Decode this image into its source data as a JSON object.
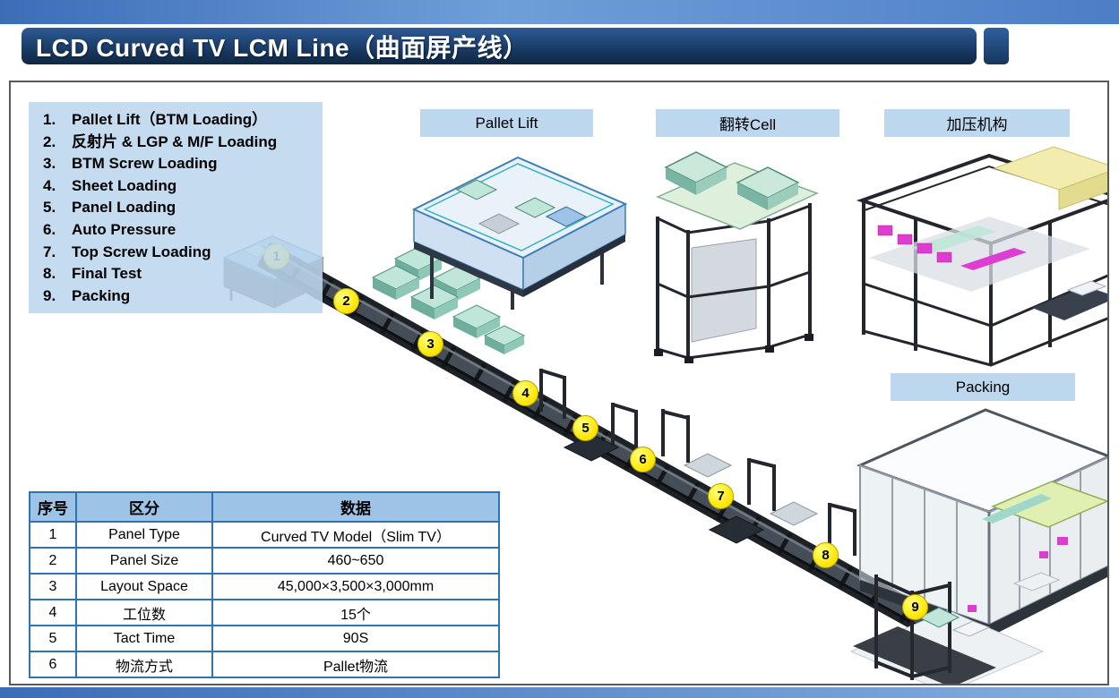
{
  "header": {
    "title": "LCD Curved TV LCM Line（曲面屏产线）"
  },
  "legend": {
    "items": [
      {
        "num": "1.",
        "label": "Pallet Lift（BTM Loading）"
      },
      {
        "num": "2.",
        "label": "反射片 & LGP & M/F Loading"
      },
      {
        "num": "3.",
        "label": "BTM Screw Loading"
      },
      {
        "num": "4.",
        "label": "Sheet Loading"
      },
      {
        "num": "5.",
        "label": "Panel Loading"
      },
      {
        "num": "6.",
        "label": "Auto Pressure"
      },
      {
        "num": "7.",
        "label": "Top Screw Loading"
      },
      {
        "num": "8.",
        "label": "Final Test"
      },
      {
        "num": "9.",
        "label": "Packing"
      }
    ]
  },
  "callouts": {
    "pallet_lift": "Pallet Lift",
    "flip_cell": "翻转Cell",
    "pressure": "加压机构",
    "packing": "Packing"
  },
  "station_markers": [
    "1",
    "2",
    "3",
    "4",
    "5",
    "6",
    "7",
    "8",
    "9"
  ],
  "spec_table": {
    "headers": [
      "序号",
      "区分",
      "数据"
    ],
    "rows": [
      [
        "1",
        "Panel Type",
        "Curved TV Model（Slim TV）"
      ],
      [
        "2",
        "Panel Size",
        "460~650"
      ],
      [
        "3",
        "Layout Space",
        "45,000×3,500×3,000mm"
      ],
      [
        "4",
        "工位数",
        "15个"
      ],
      [
        "5",
        "Tact Time",
        "90S"
      ],
      [
        "6",
        "物流方式",
        "Pallet物流"
      ]
    ]
  },
  "colors": {
    "accent_blue": "#2E74B5",
    "navy": "#17375E",
    "label_bg": "#BDD7EE",
    "table_header_bg": "#9DC3E6",
    "marker_yellow": "#FFE400",
    "machine_teal": "#BFE6D8",
    "machine_magenta": "#DD3ECF"
  }
}
